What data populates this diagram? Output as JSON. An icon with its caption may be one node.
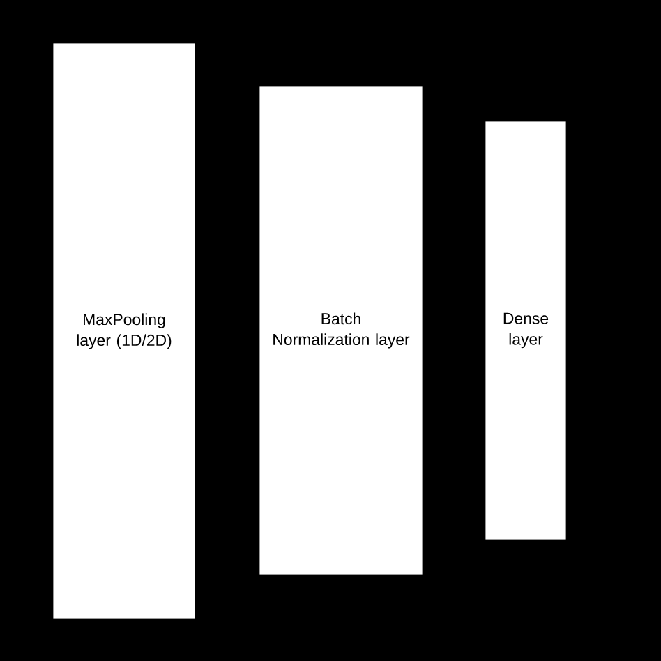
{
  "diagram": {
    "nodes": [
      {
        "text": [
          "MaxPooling layer (1D/2D)"
        ]
      },
      {
        "text": [
          "Batch Normalization layer"
        ]
      },
      {
        "text": [
          "Dense layer"
        ]
      }
    ]
  }
}
